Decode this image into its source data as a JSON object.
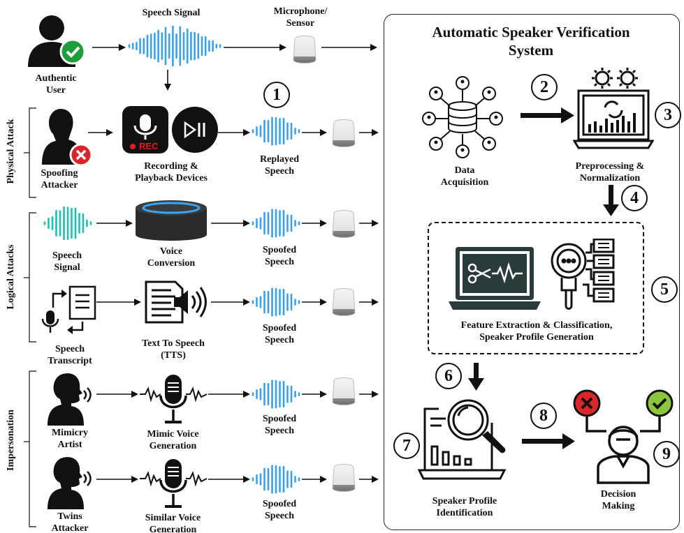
{
  "labels": {
    "speech_signal_top": "Speech Signal",
    "microphone_sensor": "Microphone/\nSensor",
    "authentic_user": "Authentic\nUser",
    "spoofing_attacker": "Spoofing\nAttacker",
    "rec_text": "REC",
    "recording_playback": "Recording &\nPlayback Devices",
    "replayed_speech": "Replayed\nSpeech",
    "speech_signal_logical": "Speech\nSignal",
    "voice_conversion": "Voice\nConversion",
    "spoofed_speech_1": "Spoofed\nSpeech",
    "speech_transcript": "Speech\nTranscript",
    "tts": "Text To Speech\n(TTS)",
    "spoofed_speech_2": "Spoofed\nSpeech",
    "mimicry_artist": "Mimicry\nArtist",
    "mimic_voice": "Mimic Voice\nGeneration",
    "spoofed_speech_3": "Spoofed\nSpeech",
    "twins_attacker": "Twins\nAttacker",
    "similar_voice": "Similar Voice\nGeneration",
    "spoofed_speech_4": "Spoofed\nSpeech"
  },
  "side_labels": {
    "physical": "Physical Attack",
    "logical": "Logical Attacks",
    "impersonation": "Impersonation"
  },
  "asv": {
    "title": "Automatic Speaker Verification\nSystem",
    "data_acquisition": "Data\nAcquisition",
    "preprocessing": "Preprocessing &\nNormalization",
    "feature_extraction": "Feature Extraction & Classification,\nSpeaker Profile Generation",
    "speaker_identification": "Speaker Profile\nIdentification",
    "decision_making": "Decision\nMaking"
  },
  "steps": [
    "1",
    "2",
    "3",
    "4",
    "5",
    "6",
    "7",
    "8",
    "9"
  ],
  "colors": {
    "wave_blue": "#3aa0e8",
    "wave_teal": "#1dbfb0",
    "check_green": "#1f9d3a",
    "cross_red": "#d8262c",
    "decision_green": "#8cc63f",
    "dark": "#111111"
  }
}
